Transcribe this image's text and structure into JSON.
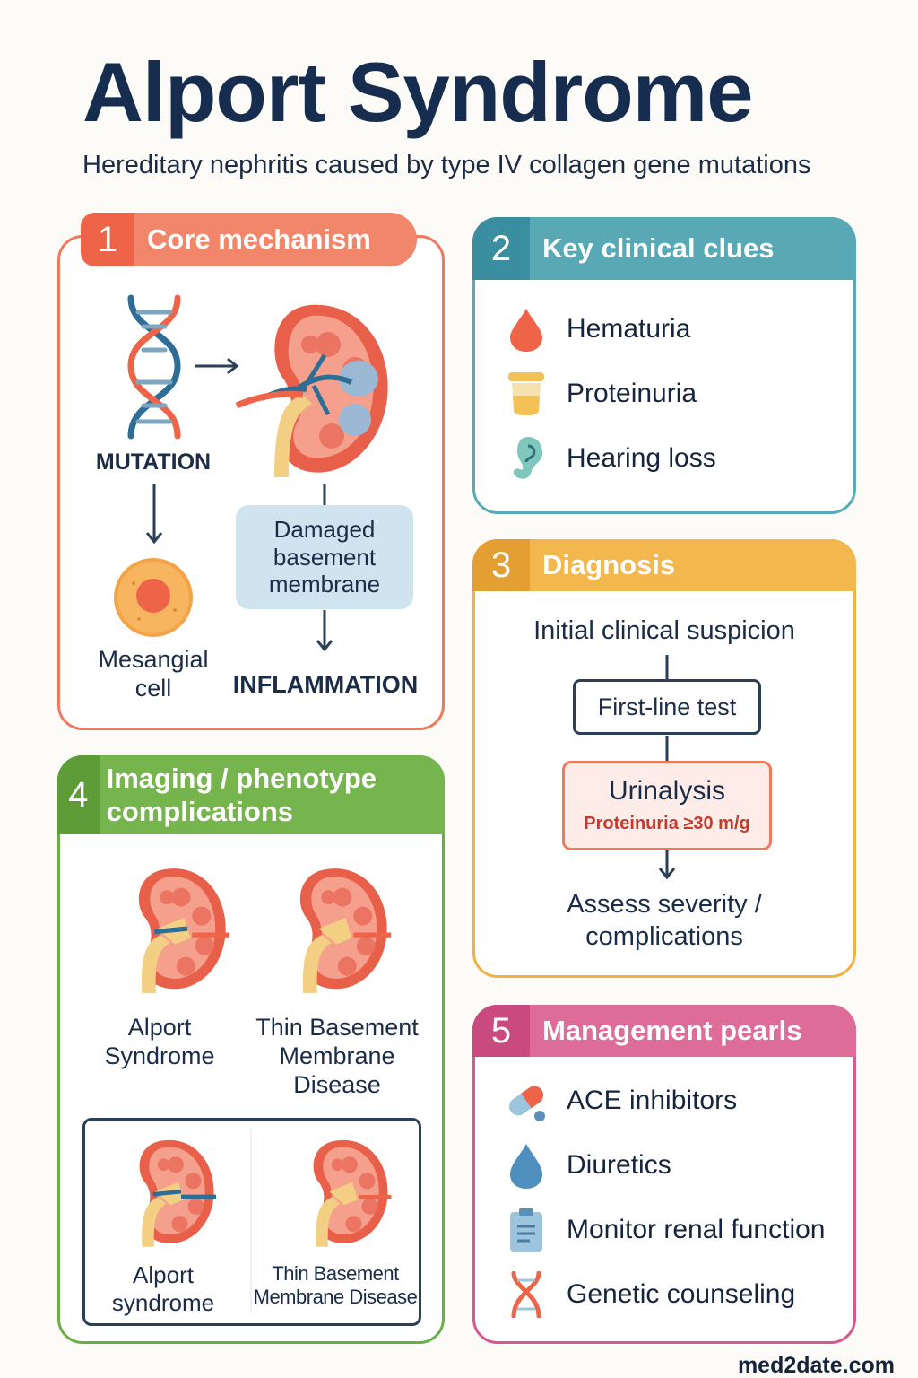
{
  "title": "Alport Syndrome",
  "subtitle": "Hereditary nephritis caused by type IV collagen gene mutations",
  "colors": {
    "coral": "#ee7a5e",
    "teal": "#58aab8",
    "amber": "#eeb245",
    "green": "#6aae48",
    "pink": "#d45a8c",
    "navy": "#162d4f"
  },
  "core": {
    "number": "1",
    "title": "Core mechanism",
    "mutation": "MUTATION",
    "membrane": "Damaged basement membrane",
    "mesangial": "Mesangial cell",
    "inflammation": "INFLAMMATION"
  },
  "clues": {
    "number": "2",
    "title": "Key clinical clues",
    "items": [
      {
        "label": "Hematuria",
        "icon": "blood-drop-icon"
      },
      {
        "label": "Proteinuria",
        "icon": "urine-cup-icon"
      },
      {
        "label": "Hearing loss",
        "icon": "ear-icon"
      }
    ]
  },
  "diagnosis": {
    "number": "3",
    "title": "Diagnosis",
    "step1": "Initial clinical suspicion",
    "step2": "First-line test",
    "step3": "Urinalysis",
    "step3_detail": "Proteinuria ≥30 m/g",
    "step4": "Assess severity / complications"
  },
  "imaging": {
    "number": "4",
    "title": "Imaging / phenotype complications",
    "top": [
      "Alport Syndrome",
      "Thin Basement Membrane Disease"
    ],
    "bottom": [
      "Alport syndrome",
      "Thin Basement Membrane Disease"
    ]
  },
  "management": {
    "number": "5",
    "title": "Management pearls",
    "items": [
      {
        "label": "ACE inhibitors",
        "icon": "pill-icon"
      },
      {
        "label": "Diuretics",
        "icon": "water-drop-icon"
      },
      {
        "label": "Monitor renal function",
        "icon": "clipboard-icon"
      },
      {
        "label": "Genetic counseling",
        "icon": "dna-icon"
      }
    ]
  },
  "footer": "med2date.com"
}
